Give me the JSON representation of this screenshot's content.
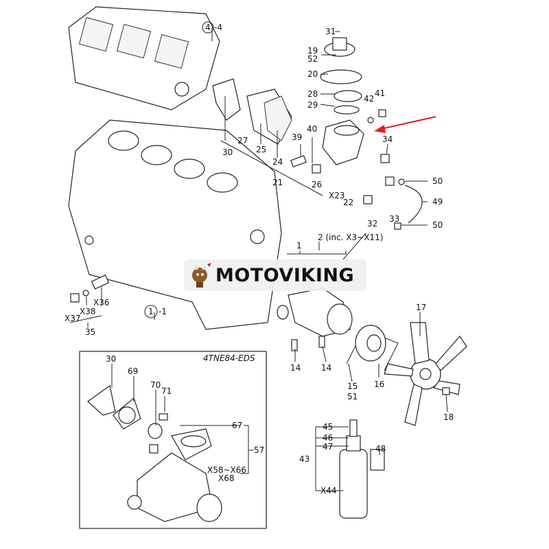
{
  "diagram": {
    "watermark": "MOTOVIKING",
    "inset_title": "4TNE84-EDS",
    "arrow_color": "#e02020",
    "labels": {
      "l31": "31",
      "l19": "19",
      "l52": "52",
      "l20": "20",
      "l28": "28",
      "l29": "29",
      "l42": "42",
      "l41": "41",
      "l40": "40",
      "l39": "39",
      "l34": "34",
      "l26": "26",
      "lX23": "X23",
      "l22": "22",
      "l32": "32",
      "l33": "33",
      "l50a": "50",
      "l49": "49",
      "l50b": "50",
      "l44": "4",
      "l44b": "-4",
      "l30": "30",
      "l27": "27",
      "l25": "25",
      "l24": "24",
      "l21": "21",
      "l2": "2 (inc. X3~X11)",
      "l1": "1",
      "l11c": "1",
      "l11b": "-1",
      "lX36": "X36",
      "lX38": "X38",
      "lX37": "X37",
      "l35": "35",
      "l17": "17",
      "l14a": "14",
      "l14b": "14",
      "l15": "15",
      "l51": "51",
      "l16": "16",
      "l18": "18",
      "l45": "45",
      "l46": "46",
      "l47": "47",
      "l43": "43",
      "l48": "48",
      "lX44": "X44",
      "i30": "30",
      "i69": "69",
      "i70": "70",
      "i71": "71",
      "i67": "67",
      "i57": "57",
      "iX58": "X58~X66",
      "iX68": "X68"
    }
  }
}
